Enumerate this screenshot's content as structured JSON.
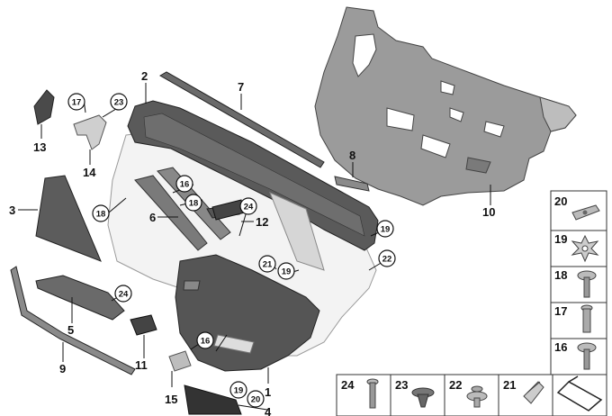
{
  "callouts": [
    {
      "id": "c1",
      "text": "1"
    },
    {
      "id": "c2",
      "text": "2"
    },
    {
      "id": "c3",
      "text": "3"
    },
    {
      "id": "c4",
      "text": "4"
    },
    {
      "id": "c5",
      "text": "5"
    },
    {
      "id": "c6",
      "text": "6"
    },
    {
      "id": "c7",
      "text": "7"
    },
    {
      "id": "c8",
      "text": "8"
    },
    {
      "id": "c9",
      "text": "9"
    },
    {
      "id": "c10",
      "text": "10"
    },
    {
      "id": "c11",
      "text": "11"
    },
    {
      "id": "c12",
      "text": "12"
    },
    {
      "id": "c13",
      "text": "13"
    },
    {
      "id": "c14",
      "text": "14"
    },
    {
      "id": "c15",
      "text": "15"
    }
  ],
  "circled": [
    {
      "id": "r17",
      "text": "17"
    },
    {
      "id": "r23",
      "text": "23"
    },
    {
      "id": "r16a",
      "text": "16"
    },
    {
      "id": "r18a",
      "text": "18"
    },
    {
      "id": "r18b",
      "text": "18"
    },
    {
      "id": "r24a",
      "text": "24"
    },
    {
      "id": "r19a",
      "text": "19"
    },
    {
      "id": "r21",
      "text": "21"
    },
    {
      "id": "r19b",
      "text": "19"
    },
    {
      "id": "r22",
      "text": "22"
    },
    {
      "id": "r24b",
      "text": "24"
    },
    {
      "id": "r16b",
      "text": "16"
    },
    {
      "id": "r19c",
      "text": "19"
    },
    {
      "id": "r20",
      "text": "20"
    }
  ],
  "legend_right": [
    {
      "num": "20",
      "icon": "clip-bracket-icon"
    },
    {
      "num": "19",
      "icon": "star-nut-icon"
    },
    {
      "num": "18",
      "icon": "flange-screw-icon"
    },
    {
      "num": "17",
      "icon": "rivet-icon"
    },
    {
      "num": "16",
      "icon": "flange-screw-icon"
    }
  ],
  "legend_bottom": [
    {
      "num": "24",
      "icon": "screw-icon"
    },
    {
      "num": "23",
      "icon": "expanding-rivet-icon"
    },
    {
      "num": "22",
      "icon": "plastic-rivet-icon"
    },
    {
      "num": "21",
      "icon": "clip-icon"
    }
  ],
  "colors": {
    "panel": "#9a9a9a",
    "panel_dark": "#6e6e6e",
    "trim": "#4d4d4d",
    "light": "#d8d8d8",
    "lines": "#111111"
  }
}
